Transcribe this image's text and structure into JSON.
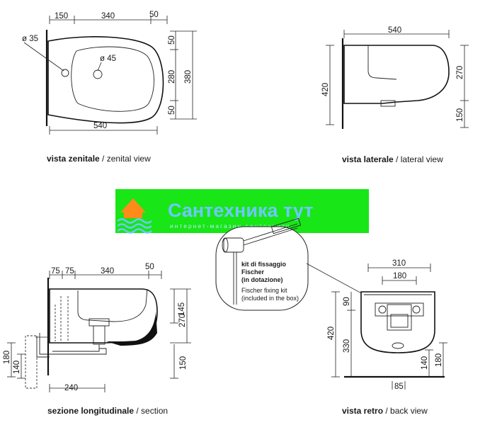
{
  "views": {
    "zenital": {
      "caption_bold": "vista zenitale",
      "caption_sep": " / ",
      "caption_normal": "zenital view",
      "dims": {
        "d150": "150",
        "d340": "340",
        "d50": "50",
        "hole_small": "ø 35",
        "hole_big": "ø 45",
        "v50a": "50",
        "v280": "280",
        "v380": "380",
        "v50b": "50",
        "d540": "540"
      }
    },
    "lateral": {
      "caption_bold": "vista laterale",
      "caption_sep": " / ",
      "caption_normal": "lateral view",
      "dims": {
        "d540": "540",
        "v420": "420",
        "v270": "270",
        "v150": "150"
      }
    },
    "section": {
      "caption_bold": "sezione longitudinale",
      "caption_sep": " / ",
      "caption_normal": "section",
      "dims": {
        "d75a": "75",
        "d75b": "75",
        "d340": "340",
        "d50": "50",
        "v145": "145",
        "v270": "270",
        "v150": "150",
        "v180": "180",
        "v140": "140",
        "d240": "240"
      }
    },
    "back": {
      "caption_bold": "vista retro",
      "caption_sep": " / ",
      "caption_normal": "back view",
      "dims": {
        "d310": "310",
        "d180": "180",
        "v90": "90",
        "v420": "420",
        "v330": "330",
        "v140": "140",
        "v180": "180",
        "d85": "85"
      }
    }
  },
  "kit": {
    "line1": "kit di fissaggio",
    "line2": "Fischer",
    "line3": "(in dotazione)",
    "line4": "Fischer fixing kit",
    "line5": "(included in the box)"
  },
  "watermark": {
    "title": "Сантехника тут",
    "subtitle": "интернет-магазин сантехники",
    "bg_color": "#18e616",
    "title_color": "#6fc8ff",
    "accent_color": "#ff8c1a"
  }
}
